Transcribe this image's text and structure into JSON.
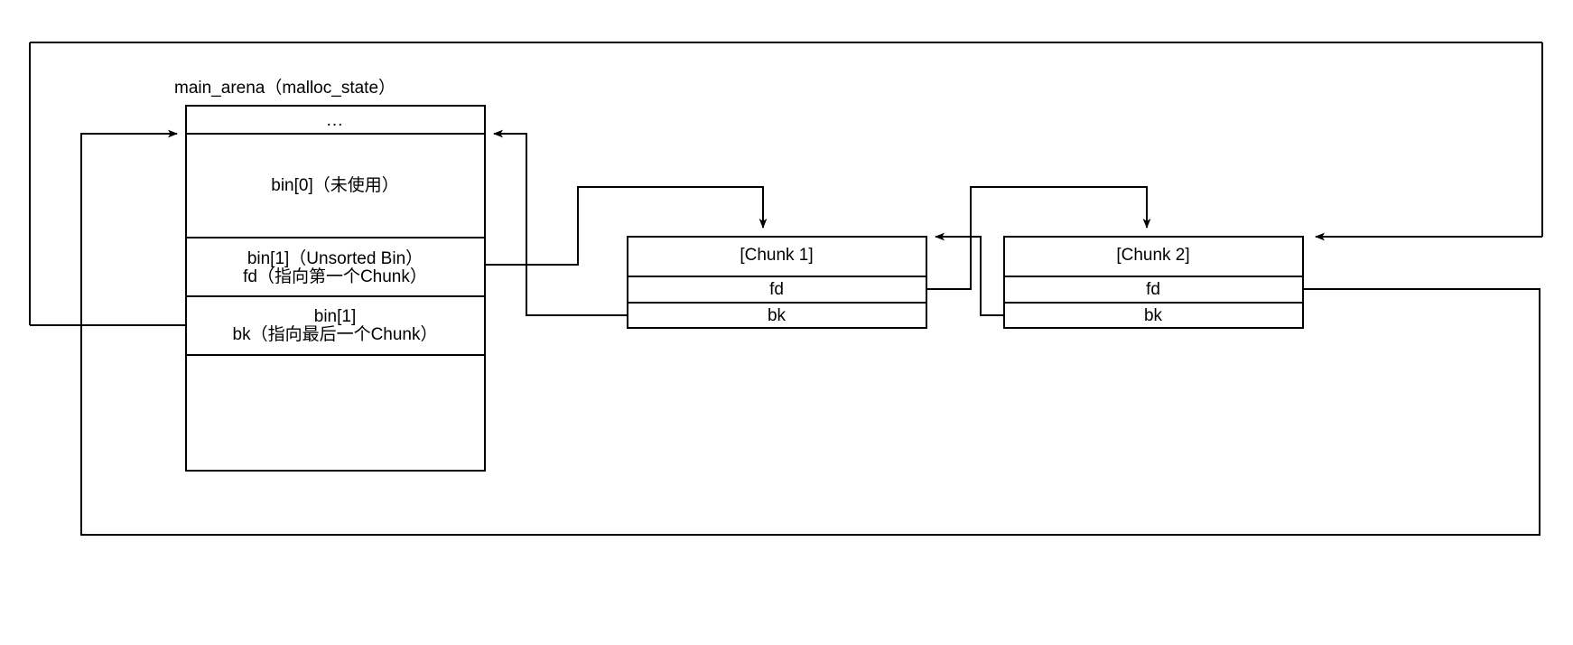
{
  "diagram": {
    "title": "main_arena（malloc_state）",
    "arena": {
      "label": "main_arena（malloc_state）",
      "rows": [
        {
          "name": "ellipsis-row",
          "lines": [
            "..."
          ]
        },
        {
          "name": "bin0-row",
          "lines": [
            "bin[0]（未使用）"
          ]
        },
        {
          "name": "bin1-fd-row",
          "lines": [
            "bin[1]（Unsorted Bin）",
            "fd（指向第一个Chunk）"
          ]
        },
        {
          "name": "bin1-bk-row",
          "lines": [
            "bin[1]",
            "bk（指向最后一个Chunk）"
          ]
        },
        {
          "name": "empty-row",
          "lines": []
        }
      ]
    },
    "chunks": [
      {
        "name": "chunk-1",
        "header": "[Chunk 1]",
        "fields": [
          "fd",
          "bk"
        ]
      },
      {
        "name": "chunk-2",
        "header": "[Chunk 2]",
        "fields": [
          "fd",
          "bk"
        ]
      }
    ],
    "colors": {
      "stroke": "#000000",
      "fill": "#ffffff",
      "text": "#000000"
    }
  }
}
